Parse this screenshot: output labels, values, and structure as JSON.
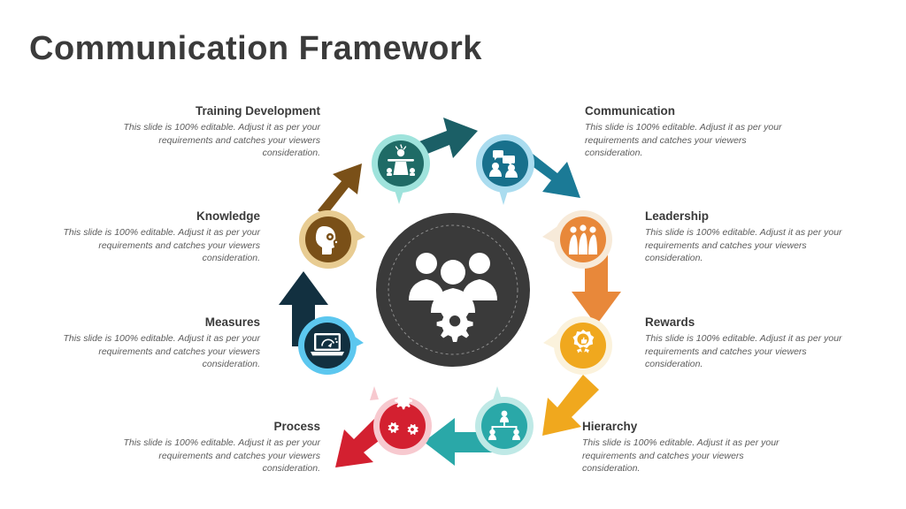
{
  "slide": {
    "title": "Communication Framework",
    "background_color": "#ffffff",
    "title_color": "#3b3b3b"
  },
  "center": {
    "icon": "people-gear-icon",
    "fill_color": "#3a3a3a",
    "icon_color": "#ffffff"
  },
  "body_text": "This slide is 100%  editable. Adjust it as per your requirements and catches your viewers consideration.",
  "nodes": [
    {
      "id": "training-development",
      "title": "Training Development",
      "body": "This slide is 100%  editable. Adjust it as per your requirements and catches your viewers consideration.",
      "icon": "presenter-podium-icon",
      "core_color": "#1f6b66",
      "ring_color": "#9fe3dc",
      "align": "right"
    },
    {
      "id": "communication",
      "title": "Communication",
      "body": "This slide is 100%  editable. Adjust it as per your requirements and catches your viewers consideration.",
      "icon": "people-chat-icon",
      "core_color": "#18708c",
      "ring_color": "#aadcef",
      "align": "left"
    },
    {
      "id": "leadership",
      "title": "Leadership",
      "body": "This slide is 100%  editable. Adjust it as per your requirements and catches your viewers consideration.",
      "icon": "team-group-icon",
      "core_color": "#e8883a",
      "ring_color": "#f7ead9",
      "align": "left"
    },
    {
      "id": "rewards",
      "title": "Rewards",
      "body": "This slide is 100%  editable. Adjust it as per your requirements and catches your viewers consideration.",
      "icon": "award-medal-icon",
      "core_color": "#f0a81e",
      "ring_color": "#fbf2dc",
      "align": "left"
    },
    {
      "id": "hierarchy",
      "title": "Hierarchy",
      "body": "This slide is 100%  editable. Adjust it as per your requirements and catches your viewers consideration.",
      "icon": "org-chart-icon",
      "core_color": "#2aa8a8",
      "ring_color": "#bfe9e6",
      "align": "left"
    },
    {
      "id": "process",
      "title": "Process",
      "body": "This slide is 100%  editable. Adjust it as per your requirements and catches your viewers consideration.",
      "icon": "gears-icon",
      "core_color": "#d32030",
      "ring_color": "#f7c9cf",
      "align": "right"
    },
    {
      "id": "measures",
      "title": "Measures",
      "body": "This slide is 100%  editable. Adjust it as per your requirements and catches your viewers consideration.",
      "icon": "laptop-gauge-icon",
      "core_color": "#123040",
      "ring_color": "#5cc7ef",
      "align": "right"
    },
    {
      "id": "knowledge",
      "title": "Knowledge",
      "body": "This slide is 100%  editable. Adjust it as per your requirements and catches your viewers consideration.",
      "icon": "head-gears-icon",
      "core_color": "#7a5018",
      "ring_color": "#e8cc92",
      "align": "right"
    }
  ],
  "arrows": [
    {
      "id": "arrow-training-to-communication",
      "color": "#1b5f66"
    },
    {
      "id": "arrow-communication-to-leadership",
      "color": "#1b7a96"
    },
    {
      "id": "arrow-leadership-to-rewards",
      "color": "#e8883a"
    },
    {
      "id": "arrow-rewards-to-hierarchy",
      "color": "#f0a81e"
    },
    {
      "id": "arrow-hierarchy-to-process",
      "color": "#2aa8a8"
    },
    {
      "id": "arrow-process-to-measures",
      "color": "#d32030"
    },
    {
      "id": "arrow-measures-to-knowledge",
      "color": "#123040"
    },
    {
      "id": "arrow-knowledge-to-training",
      "color": "#7a5018"
    }
  ]
}
